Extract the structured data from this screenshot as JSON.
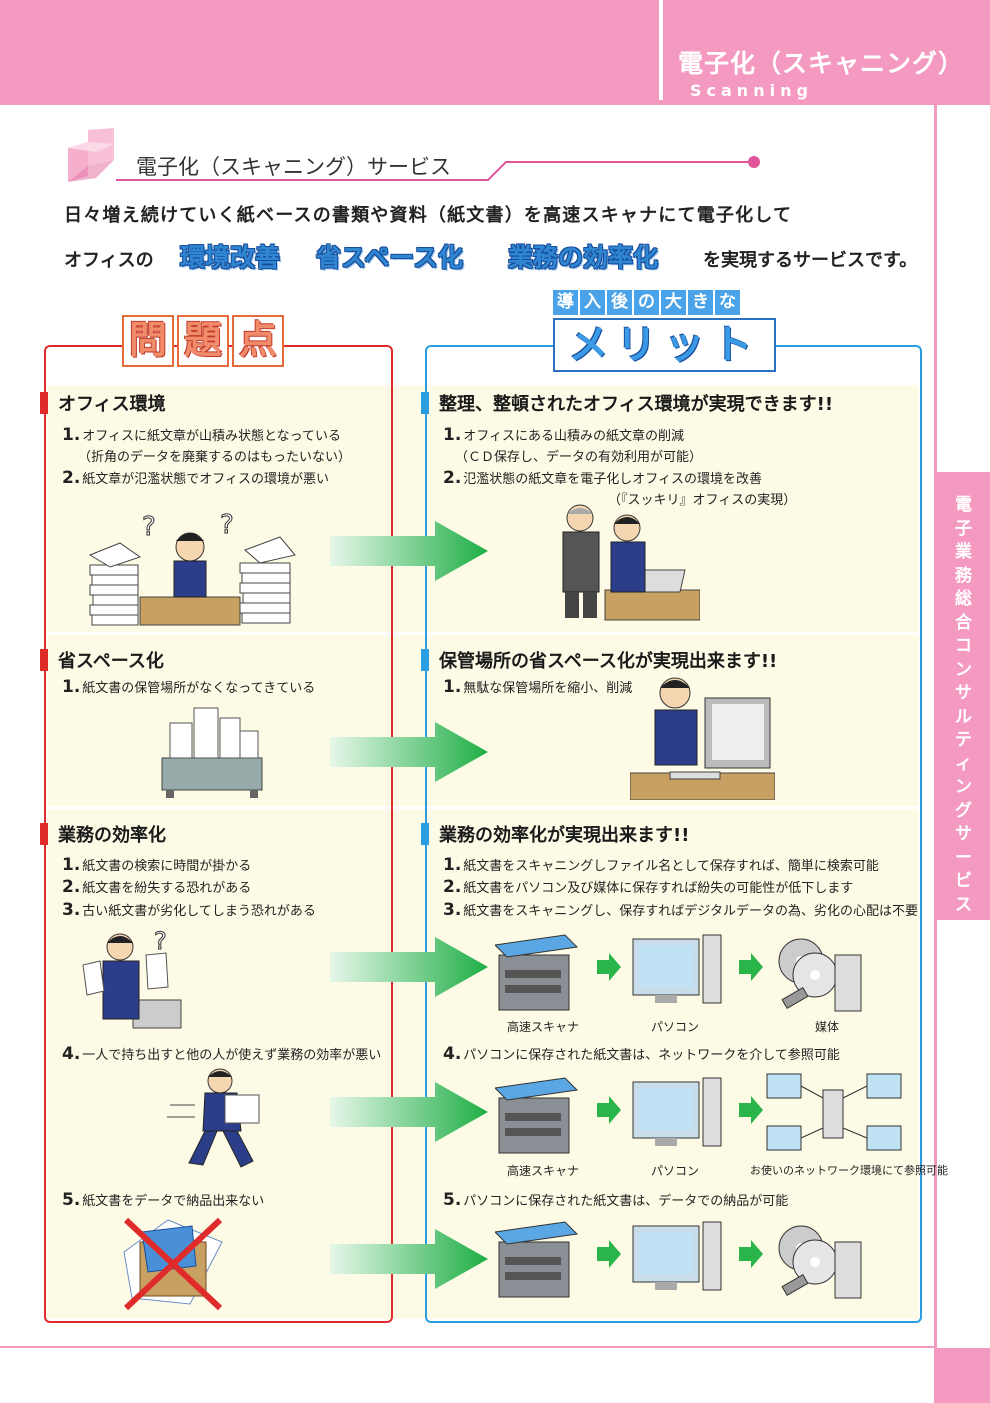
{
  "header": {
    "title": "電子化（スキャニング）",
    "subtitle": "Scanning"
  },
  "side_tab": "電子業務総合コンサルティングサービス",
  "service_heading": "電子化（スキャニング）サービス",
  "intro": {
    "line1": "日々増え続けていく紙ベースの書類や資料（紙文書）を高速スキャナにて電子化して",
    "line2_prefix": "オフィスの",
    "highlights": [
      "環境改善",
      "省スペース化",
      "業務の効率化"
    ],
    "line2_suffix": "を実現するサービスです。"
  },
  "problem_label": [
    "問",
    "題",
    "点"
  ],
  "merit_label": {
    "sub": [
      "導",
      "入",
      "後",
      "の",
      "大",
      "き",
      "な"
    ],
    "main": "メリット"
  },
  "sections": {
    "office": {
      "problem_title": "オフィス環境",
      "problem_items": [
        {
          "num": "1.",
          "text": "オフィスに紙文章が山積み状態となっている"
        },
        {
          "num": "",
          "text": "（折角のデータを廃棄するのはもったいない）"
        },
        {
          "num": "2.",
          "text": "紙文章が氾濫状態でオフィスの環境が悪い"
        }
      ],
      "merit_title": "整理、整頓されたオフィス環境が実現できます!!",
      "merit_items": [
        {
          "num": "1.",
          "text": "オフィスにある山積みの紙文章の削減"
        },
        {
          "num": "",
          "text": "（ＣＤ保存し、データの有効利用が可能）"
        },
        {
          "num": "2.",
          "text": "氾濫状態の紙文章を電子化しオフィスの環境を改善"
        },
        {
          "num": "",
          "text": "（『スッキリ』オフィスの実現）"
        }
      ]
    },
    "space": {
      "problem_title": "省スペース化",
      "problem_items": [
        {
          "num": "1.",
          "text": "紙文書の保管場所がなくなってきている"
        }
      ],
      "merit_title": "保管場所の省スペース化が実現出来ます!!",
      "merit_items": [
        {
          "num": "1.",
          "text": "無駄な保管場所を縮小、削減"
        }
      ]
    },
    "efficiency": {
      "problem_title": "業務の効率化",
      "problem_items": [
        {
          "num": "1.",
          "text": "紙文書の検索に時間が掛かる"
        },
        {
          "num": "2.",
          "text": "紙文書を紛失する恐れがある"
        },
        {
          "num": "3.",
          "text": "古い紙文書が劣化してしまう恐れがある"
        },
        {
          "num": "4.",
          "text": "一人で持ち出すと他の人が使えず業務の効率が悪い"
        },
        {
          "num": "5.",
          "text": "紙文書をデータで納品出来ない"
        }
      ],
      "merit_title": "業務の効率化が実現出来ます!!",
      "merit_items": [
        {
          "num": "1.",
          "text": "紙文書をスキャニングしファイル名として保存すれば、簡単に検索可能"
        },
        {
          "num": "2.",
          "text": "紙文書をパソコン及び媒体に保存すれば紛失の可能性が低下します"
        },
        {
          "num": "3.",
          "text": "紙文書をスキャニングし、保存すればデジタルデータの為、劣化の心配は不要"
        },
        {
          "num": "4.",
          "text": "パソコンに保存された紙文書は、ネットワークを介して参照可能"
        },
        {
          "num": "5.",
          "text": "パソコンに保存された紙文書は、データでの納品が可能"
        }
      ]
    }
  },
  "device_labels": {
    "scanner": "高速スキャナ",
    "pc": "パソコン",
    "media": "媒体",
    "network": "お使いのネットワーク環境にて参照可能"
  },
  "colors": {
    "header_pink": "#f49ac1",
    "problem_red": "#e02b2b",
    "merit_blue": "#2a9de0",
    "arrow_green": "#2ab54a",
    "band_cream": "#fdfbe6"
  }
}
